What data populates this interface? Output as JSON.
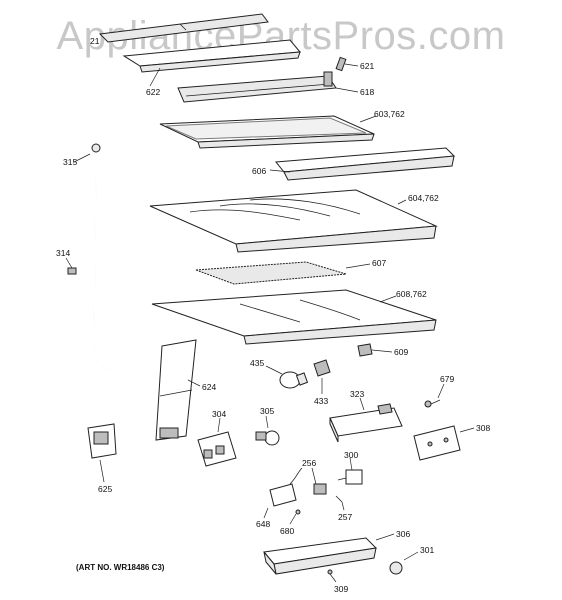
{
  "watermark": "AppliancePartsPros.com",
  "art_number": "(ART NO. WR18486 C3)",
  "callouts": {
    "c21": "21",
    "c622": "622",
    "c621": "621",
    "c618": "618",
    "c603": "603,762",
    "c606": "606",
    "c315": "315",
    "c604": "604,762",
    "c314": "314",
    "c607": "607",
    "c608": "608,762",
    "c609": "609",
    "c435": "435",
    "c433": "433",
    "c624": "624",
    "c323": "323",
    "c679": "679",
    "c304": "304",
    "c305": "305",
    "c308": "308",
    "c300": "300",
    "c256": "256",
    "c625": "625",
    "c257": "257",
    "c648": "648",
    "c680": "680",
    "c306": "306",
    "c301": "301",
    "c309": "309"
  }
}
